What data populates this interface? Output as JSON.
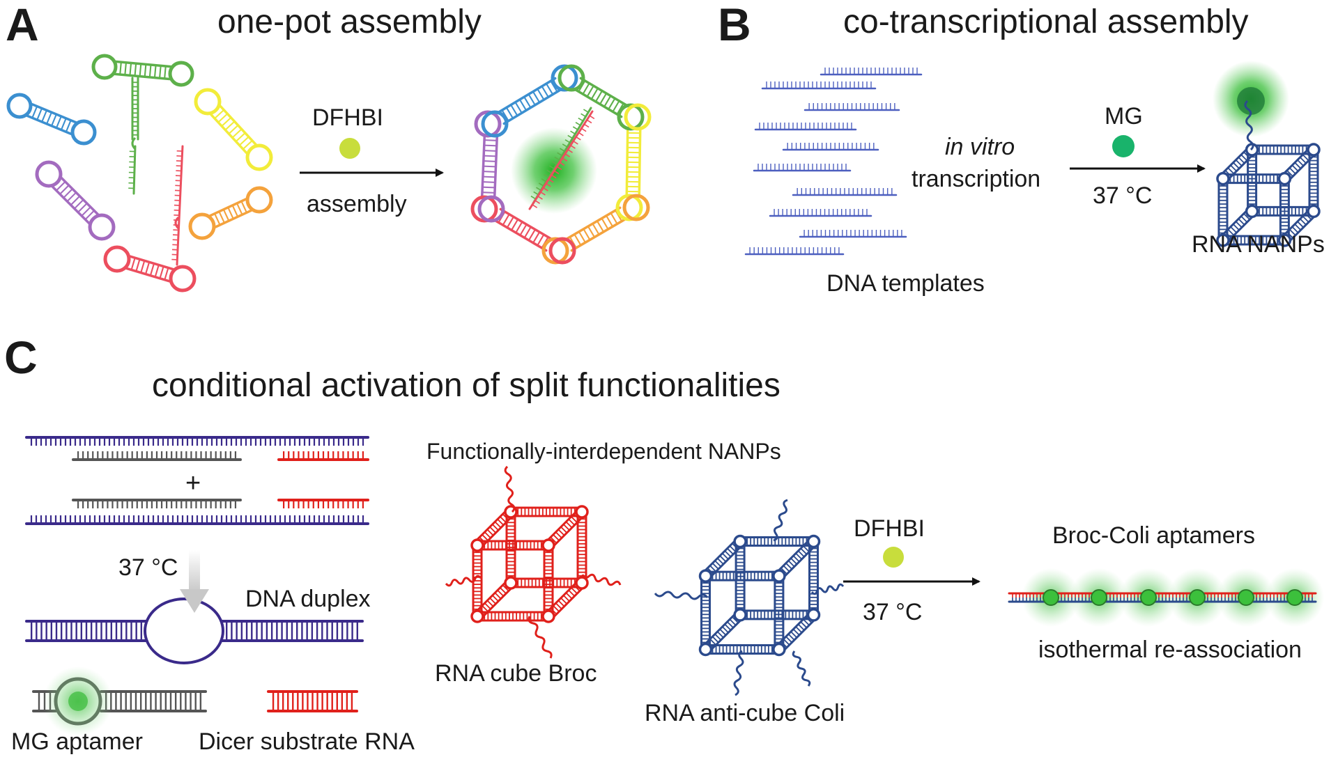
{
  "panelA": {
    "letter": "A",
    "title": "one-pot assembly",
    "reagent": "DFHBI",
    "arrow_label": "assembly"
  },
  "panelB": {
    "letter": "B",
    "title": "co-transcriptional assembly",
    "templates_label": "DNA templates",
    "ivt_italic": "in vitro",
    "ivt_label": "transcription",
    "reagent": "MG",
    "temperature": "37 °C",
    "product_label": "RNA NANPs"
  },
  "panelC": {
    "letter": "C",
    "title": "conditional activation of split functionalities",
    "plus": "+",
    "temperature_left": "37 °C",
    "duplex_label": "DNA duplex",
    "mg_aptamer": "MG aptamer",
    "dicer_label": "Dicer substrate RNA",
    "nanps_label": "Functionally-interdependent NANPs",
    "cube_broc": "RNA cube Broc",
    "anticube_coli": "RNA anti-cube Coli",
    "reagent": "DFHBI",
    "temperature_right": "37 °C",
    "aptamers_label": "Broc-Coli aptamers",
    "reassoc_label": "isothermal re-association"
  },
  "colors": {
    "blue": "#3b8fd0",
    "green": "#5db04a",
    "yellow": "#f2ec3a",
    "purple": "#a36bbf",
    "orange": "#f4a23c",
    "red": "#ec4e5e",
    "navy": "#2b4a8c",
    "dna_blue": "#4c5fbf",
    "dark_purple": "#3a2a8a",
    "grey": "#555555",
    "bright_red": "#e0201b",
    "dfhbi": "#c8dd3c",
    "mg": "#19b36b",
    "glow": "#2fbb2f"
  }
}
